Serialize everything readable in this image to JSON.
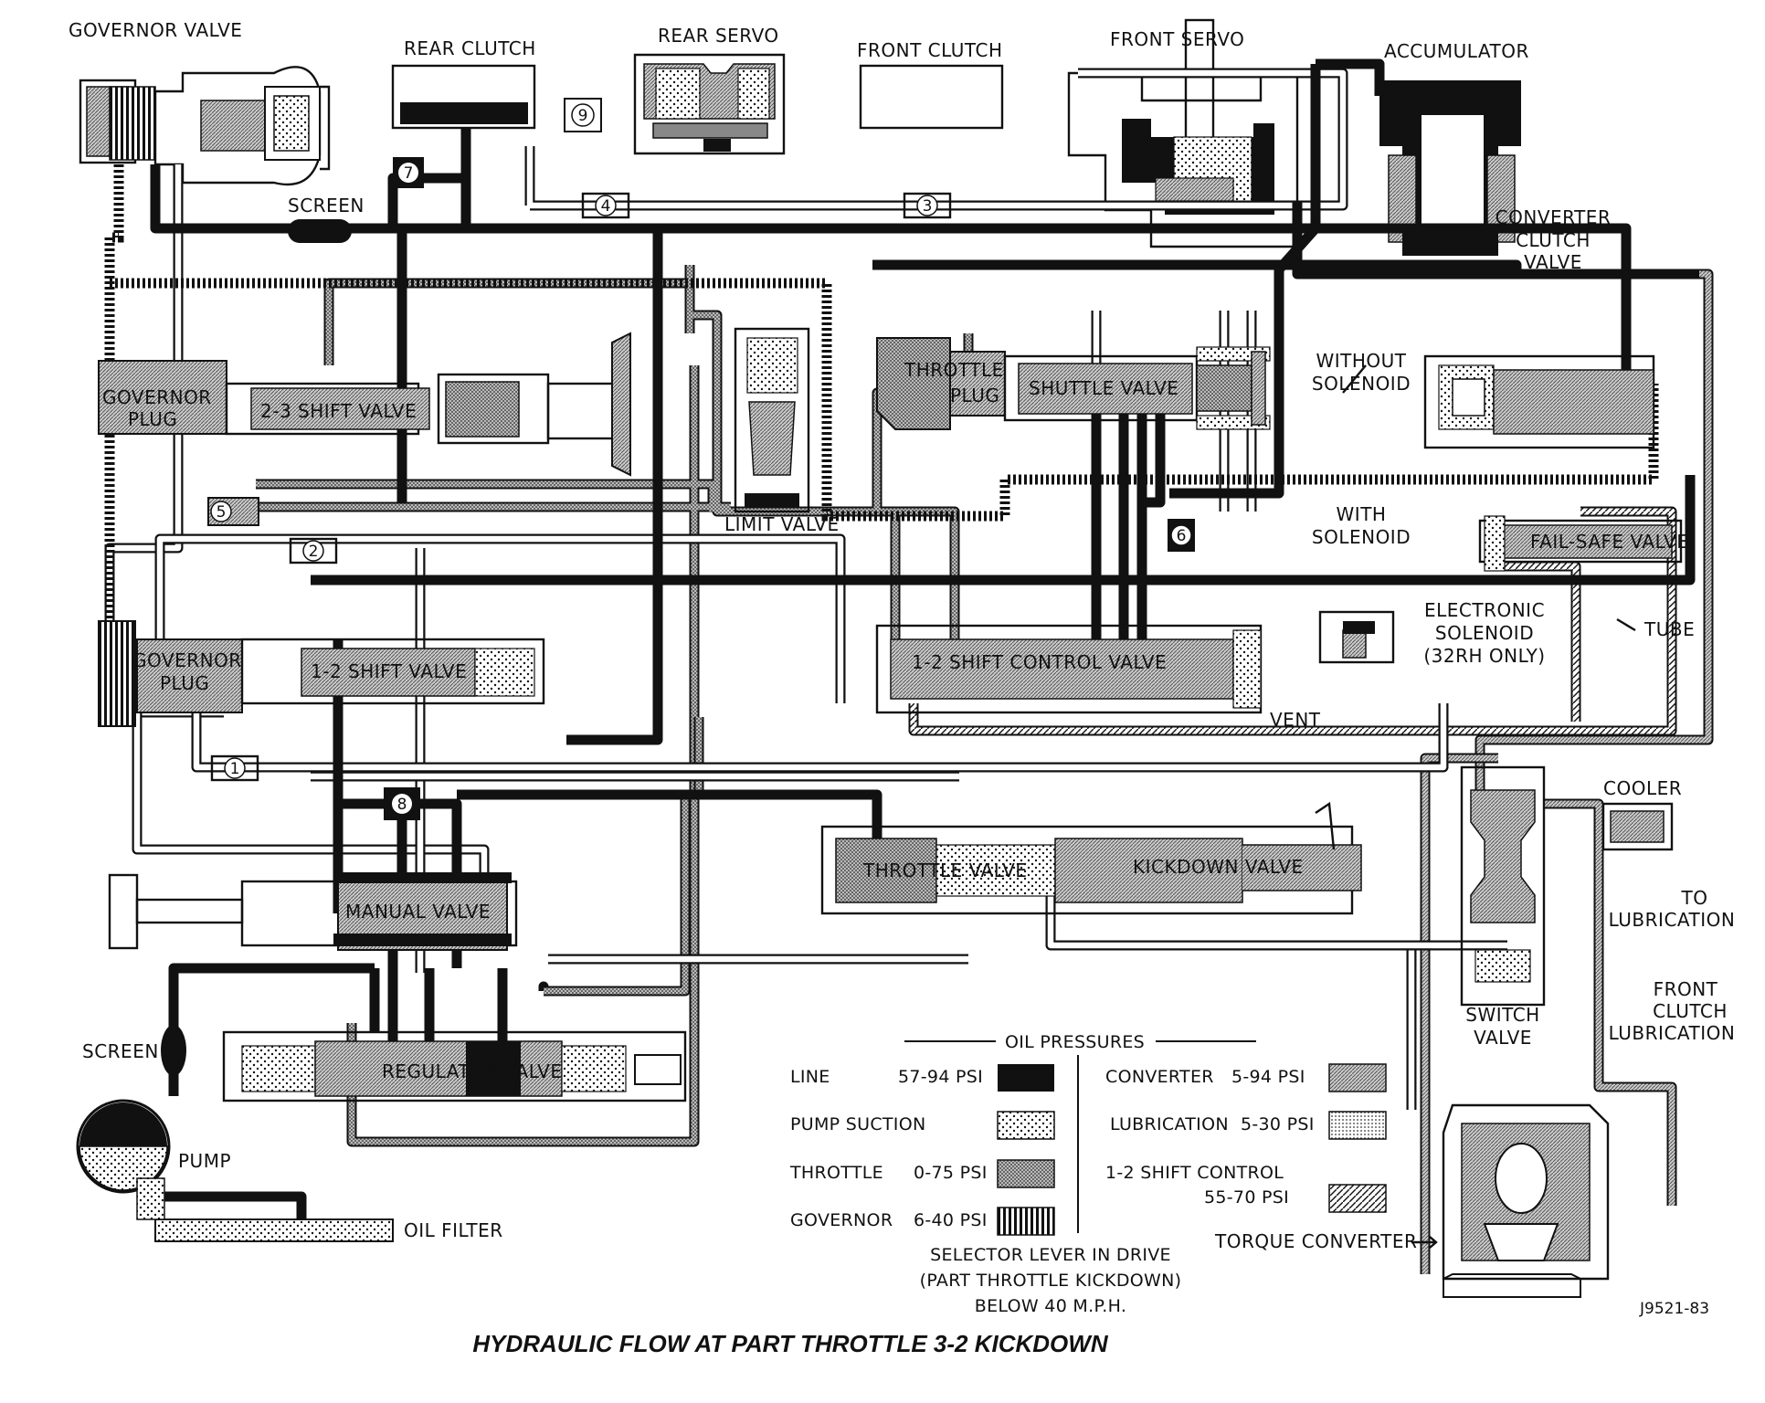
{
  "components": {
    "governor_valve": "GOVERNOR VALVE",
    "rear_clutch": "REAR CLUTCH",
    "rear_servo": "REAR SERVO",
    "front_clutch": "FRONT CLUTCH",
    "front_servo": "FRONT SERVO",
    "accumulator": "ACCUMULATOR",
    "screen_top": "SCREEN",
    "converter_clutch_valve": [
      "CONVERTER",
      "CLUTCH",
      "VALVE"
    ],
    "governor_plug_upper": [
      "GOVERNOR",
      "PLUG"
    ],
    "shift_valve_23": "2-3 SHIFT VALVE",
    "limit_valve": "LIMIT VALVE",
    "throttle_plug": [
      "THROTTLE",
      "PLUG"
    ],
    "shuttle_valve": "SHUTTLE VALVE",
    "without_solenoid": [
      "WITHOUT",
      "SOLENOID"
    ],
    "with_solenoid": [
      "WITH",
      "SOLENOID"
    ],
    "fail_safe_valve": "FAIL-SAFE VALVE",
    "electronic_solenoid": [
      "ELECTRONIC",
      "SOLENOID",
      "(32RH ONLY)"
    ],
    "tube": "TUBE",
    "governor_plug_lower": [
      "GOVERNOR",
      "PLUG"
    ],
    "shift_valve_12": "1-2 SHIFT VALVE",
    "shift_control_valve_12": "1-2 SHIFT CONTROL VALVE",
    "vent": "VENT",
    "cooler": "COOLER",
    "to_lubrication": [
      "TO",
      "LUBRICATION"
    ],
    "throttle_valve": "THROTTLE VALVE",
    "kickdown_valve": "KICKDOWN VALVE",
    "manual_valve": "MANUAL VALVE",
    "switch_valve": [
      "SWITCH",
      "VALVE"
    ],
    "front_clutch_lubrication": [
      "FRONT",
      "CLUTCH",
      "LUBRICATION"
    ],
    "screen_bottom": "SCREEN",
    "regulator_valve": "REGULATOR VALVE",
    "pump": "PUMP",
    "oil_filter": "OIL FILTER",
    "torque_converter": "TORQUE CONVERTER"
  },
  "check_balls": [
    "1",
    "2",
    "3",
    "4",
    "5",
    "6",
    "7",
    "8",
    "9"
  ],
  "legend": {
    "heading": "OIL PRESSURES",
    "left": [
      {
        "name": "LINE",
        "value": "57-94 PSI",
        "swatch": "line"
      },
      {
        "name": "PUMP SUCTION",
        "value": "",
        "swatch": "suction"
      },
      {
        "name": "THROTTLE",
        "value": "0-75 PSI",
        "swatch": "throttle"
      },
      {
        "name": "GOVERNOR",
        "value": "6-40 PSI",
        "swatch": "governor"
      }
    ],
    "right": [
      {
        "name": "CONVERTER",
        "value": "5-94 PSI",
        "swatch": "converter"
      },
      {
        "name": "LUBRICATION",
        "value": "5-30 PSI",
        "swatch": "lubrication"
      },
      {
        "name": "1-2 SHIFT CONTROL",
        "value": "55-70  PSI",
        "swatch": "shift_control"
      }
    ]
  },
  "condition": [
    "SELECTOR LEVER IN DRIVE",
    "(PART THROTTLE KICKDOWN)",
    "BELOW 40 M.P.H."
  ],
  "figure_id": "J9521-83",
  "caption": "HYDRAULIC FLOW AT PART THROTTLE 3-2 KICKDOWN"
}
